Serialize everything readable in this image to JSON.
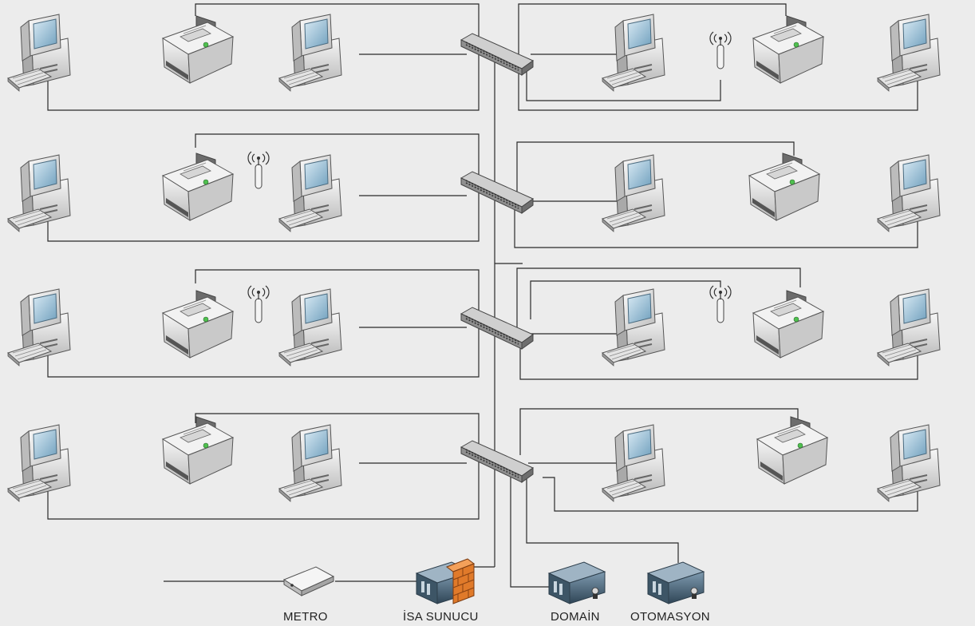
{
  "labels": {
    "metro": "METRO",
    "isa_sunucu": "İSA SUNUCU",
    "domain": "DOMAİN",
    "otomasyon": "OTOMASYON"
  },
  "colors": {
    "background": "#ececec",
    "wire": "#2a2a2a",
    "device_light": "#f4f4f4",
    "device_mid": "#c8c8c8",
    "device_dark": "#7a7a7a",
    "screen": "#9dc6df",
    "server": "#4d6a80",
    "firewall": "#e07a2a"
  },
  "legend": {
    "pc": "pc-icon",
    "printer": "printer-icon",
    "switch": "switch-icon",
    "ap": "wireless-ap-icon",
    "modem": "modem-icon",
    "server": "server-icon",
    "firewall": "firewall-icon"
  }
}
